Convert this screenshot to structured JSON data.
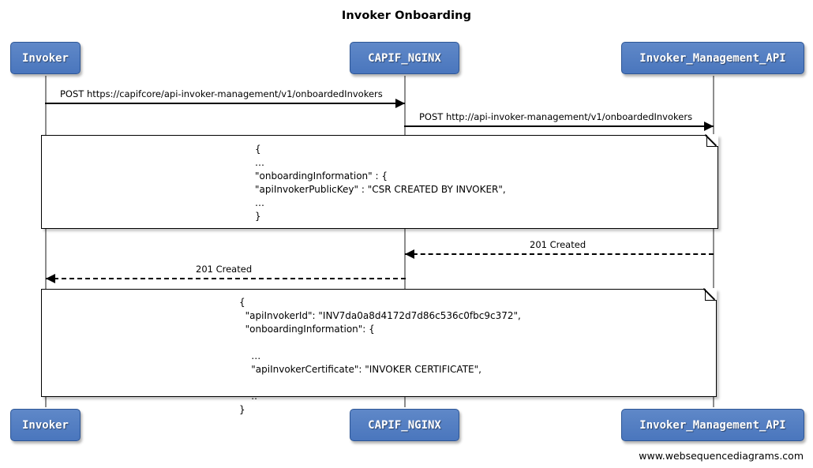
{
  "title": "Invoker Onboarding",
  "footer": "www.websequencediagrams.com",
  "participants": [
    {
      "name": "Invoker",
      "label": "Invoker"
    },
    {
      "name": "CAPIF_NGINX",
      "label": "CAPIF_NGINX"
    },
    {
      "name": "Invoker_Management_API",
      "label": "Invoker_Management_API"
    }
  ],
  "messages": [
    {
      "label": "POST https://capifcore/api-invoker-management/v1/onboardedInvokers",
      "from": "Invoker",
      "to": "CAPIF_NGINX",
      "style": "solid",
      "direction": "right"
    },
    {
      "label": "POST http://api-invoker-management/v1/onboardedInvokers",
      "from": "CAPIF_NGINX",
      "to": "Invoker_Management_API",
      "style": "solid",
      "direction": "right"
    },
    {
      "label": "201 Created",
      "from": "Invoker_Management_API",
      "to": "CAPIF_NGINX",
      "style": "dashed",
      "direction": "left"
    },
    {
      "label": "201 Created",
      "from": "CAPIF_NGINX",
      "to": "Invoker",
      "style": "dashed",
      "direction": "left"
    }
  ],
  "notes": [
    {
      "name": "onboarding-request-note",
      "text": "{\n…\n\"onboardingInformation\" : {\n\"apiInvokerPublicKey\" : \"CSR CREATED BY INVOKER\",\n…\n}"
    },
    {
      "name": "onboarding-response-note",
      "text": "{\n  \"apiInvokerId\": \"INV7da0a8d4172d7d86c536c0fbc9c372\",\n  \"onboardingInformation\": {\n\n    …\n    \"apiInvokerCertificate\": \"INVOKER CERTIFICATE\",\n\n    ..\n}"
    }
  ],
  "colors": {
    "actor_fill": "#4f7cc0",
    "actor_border": "#2d5696",
    "actor_text": "#ffffff",
    "line": "#000000",
    "lifeline": "#8d8d8d",
    "note_fill": "#ffffff",
    "background": "#ffffff"
  }
}
